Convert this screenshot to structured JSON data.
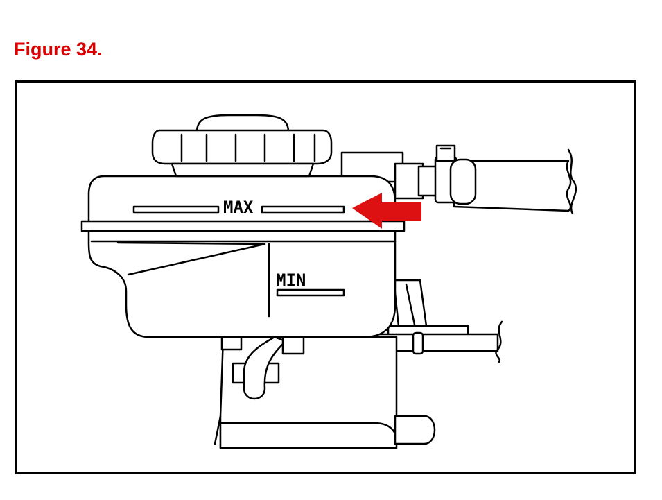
{
  "figure": {
    "title": "Figure 34."
  },
  "diagram": {
    "max_label": "MAX",
    "min_label": "MIN"
  },
  "colors": {
    "title": "#dd0000",
    "arrow": "#dd1111",
    "line": "#000000"
  },
  "icons": {
    "arrow": "red-left-arrow-icon"
  }
}
